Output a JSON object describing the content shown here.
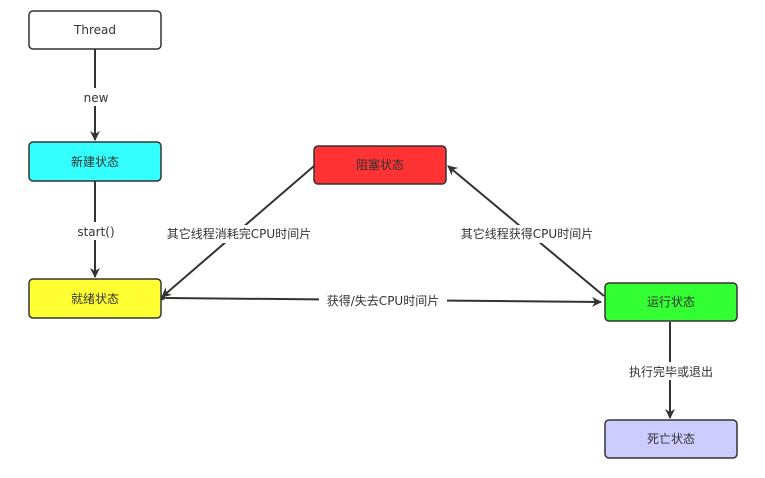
{
  "nodes": {
    "thread": {
      "label": "Thread",
      "fill": "#ffffff"
    },
    "new_state": {
      "label": "新建状态",
      "fill": "#33ffff"
    },
    "ready": {
      "label": "就绪状态",
      "fill": "#ffff33"
    },
    "blocked": {
      "label": "阻塞状态",
      "fill": "#ff3333"
    },
    "running": {
      "label": "运行状态",
      "fill": "#33ff33"
    },
    "dead": {
      "label": "死亡状态",
      "fill": "#ccccff"
    }
  },
  "edges": {
    "new_label": "new",
    "start_label": "start()",
    "blocked_to_ready": "其它线程消耗完CPU时间片",
    "running_to_blocked": "其它线程获得CPU时间片",
    "ready_running": "获得/失去CPU时间片",
    "running_to_dead": "执行完毕或退出"
  },
  "colors": {
    "stroke": "#333333"
  }
}
